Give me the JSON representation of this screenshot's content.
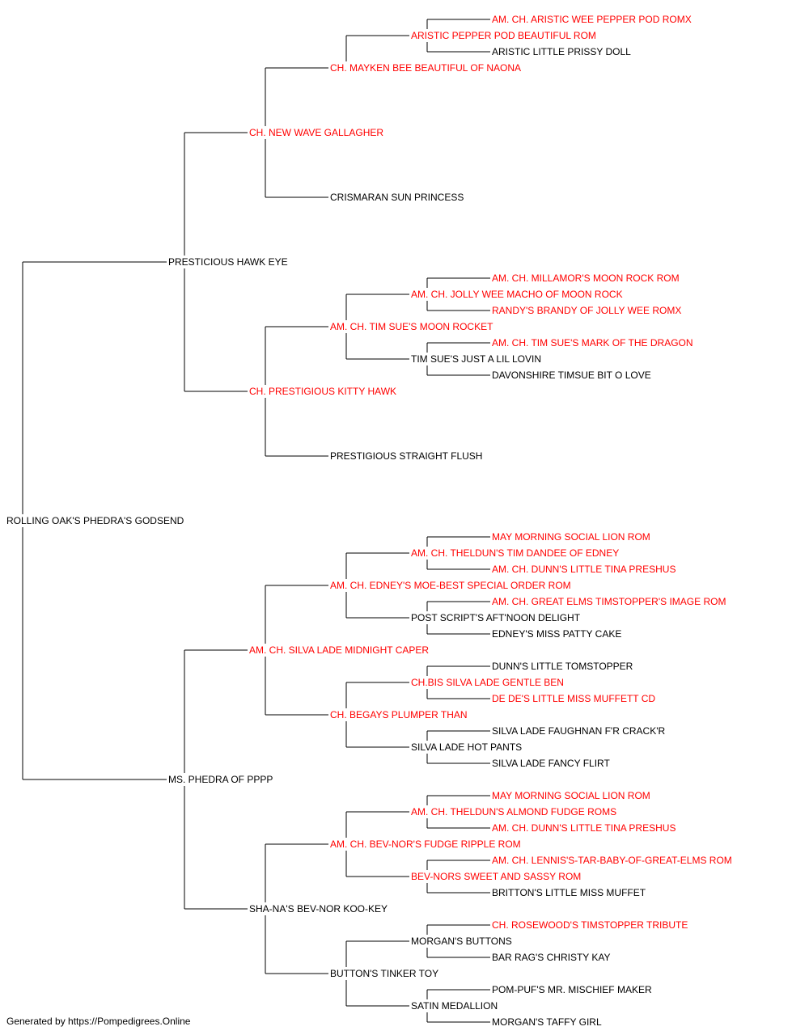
{
  "colors": {
    "champion": "#ff0000",
    "regular": "#000000",
    "line": "#000000"
  },
  "pedigree": {
    "name": "ROLLING OAK'S PHEDRA'S GODSEND",
    "ch": false,
    "sire": {
      "name": "PRESTICIOUS HAWK EYE",
      "ch": false,
      "sire": {
        "name": "CH. NEW WAVE GALLAGHER",
        "ch": true,
        "sire": {
          "name": "CH. MAYKEN BEE BEAUTIFUL OF NAONA",
          "ch": true,
          "sire": {
            "name": "ARISTIC PEPPER POD BEAUTIFUL ROM",
            "ch": true,
            "sire": {
              "name": "AM. CH. ARISTIC WEE PEPPER POD ROMX",
              "ch": true
            },
            "dam": {
              "name": "ARISTIC LITTLE PRISSY DOLL",
              "ch": false
            }
          },
          "dam": null
        },
        "dam": {
          "name": "CRISMARAN SUN PRINCESS",
          "ch": false
        }
      },
      "dam": {
        "name": "CH. PRESTIGIOUS KITTY HAWK",
        "ch": true,
        "sire": {
          "name": "AM. CH. TIM SUE'S MOON ROCKET",
          "ch": true,
          "sire": {
            "name": "AM. CH. JOLLY WEE MACHO OF MOON ROCK",
            "ch": true,
            "sire": {
              "name": "AM. CH. MILLAMOR'S MOON ROCK ROM",
              "ch": true
            },
            "dam": {
              "name": "RANDY'S BRANDY OF JOLLY WEE ROMX",
              "ch": true
            }
          },
          "dam": {
            "name": "TIM SUE'S JUST A LIL LOVIN",
            "ch": false,
            "sire": {
              "name": "AM. CH. TIM SUE'S MARK OF THE DRAGON",
              "ch": true
            },
            "dam": {
              "name": "DAVONSHIRE TIMSUE BIT O LOVE",
              "ch": false
            }
          }
        },
        "dam": {
          "name": "PRESTIGIOUS STRAIGHT FLUSH",
          "ch": false
        }
      }
    },
    "dam": {
      "name": "MS. PHEDRA OF PPPP",
      "ch": false,
      "sire": {
        "name": "AM. CH. SILVA LADE MIDNIGHT CAPER",
        "ch": true,
        "sire": {
          "name": "AM. CH. EDNEY'S MOE-BEST SPECIAL ORDER ROM",
          "ch": true,
          "sire": {
            "name": "AM. CH. THELDUN'S TIM DANDEE OF EDNEY",
            "ch": true,
            "sire": {
              "name": "MAY MORNING SOCIAL LION ROM",
              "ch": true
            },
            "dam": {
              "name": "AM. CH. DUNN'S LITTLE TINA PRESHUS",
              "ch": true
            }
          },
          "dam": {
            "name": "POST SCRIPT'S AFT'NOON DELIGHT",
            "ch": false,
            "sire": {
              "name": "AM. CH. GREAT ELMS TIMSTOPPER'S IMAGE ROM",
              "ch": true
            },
            "dam": {
              "name": "EDNEY'S MISS PATTY CAKE",
              "ch": false
            }
          }
        },
        "dam": {
          "name": "CH. BEGAYS PLUMPER THAN",
          "ch": true,
          "sire": {
            "name": "CH.BIS SILVA LADE GENTLE BEN",
            "ch": true,
            "sire": {
              "name": "DUNN'S LITTLE TOMSTOPPER",
              "ch": false
            },
            "dam": {
              "name": "DE DE'S LITTLE MISS MUFFETT CD",
              "ch": true
            }
          },
          "dam": {
            "name": "SILVA LADE HOT PANTS",
            "ch": false,
            "sire": {
              "name": "SILVA LADE FAUGHNAN F'R CRACK'R",
              "ch": false
            },
            "dam": {
              "name": "SILVA LADE FANCY FLIRT",
              "ch": false
            }
          }
        }
      },
      "dam": {
        "name": "SHA-NA'S BEV-NOR KOO-KEY",
        "ch": false,
        "sire": {
          "name": "AM. CH. BEV-NOR'S FUDGE RIPPLE ROM",
          "ch": true,
          "sire": {
            "name": "AM. CH. THELDUN'S ALMOND FUDGE ROMS",
            "ch": true,
            "sire": {
              "name": "MAY MORNING SOCIAL LION ROM",
              "ch": true
            },
            "dam": {
              "name": "AM. CH. DUNN'S LITTLE TINA PRESHUS",
              "ch": true
            }
          },
          "dam": {
            "name": "BEV-NORS SWEET AND SASSY ROM",
            "ch": true,
            "sire": {
              "name": "AM. CH. LENNIS'S-TAR-BABY-OF-GREAT-ELMS ROM",
              "ch": true
            },
            "dam": {
              "name": "BRITTON'S LITTLE MISS MUFFET",
              "ch": false
            }
          }
        },
        "dam": {
          "name": "BUTTON'S TINKER TOY",
          "ch": false,
          "sire": {
            "name": "MORGAN'S BUTTONS",
            "ch": false,
            "sire": {
              "name": "CH. ROSEWOOD'S TIMSTOPPER TRIBUTE",
              "ch": true
            },
            "dam": {
              "name": "BAR RAG'S CHRISTY KAY",
              "ch": false
            }
          },
          "dam": {
            "name": "SATIN MEDALLION",
            "ch": false,
            "sire": {
              "name": "POM-PUF'S MR. MISCHIEF MAKER",
              "ch": false
            },
            "dam": {
              "name": "MORGAN'S TAFFY GIRL",
              "ch": false
            }
          }
        }
      }
    }
  },
  "footer": "Generated by https://Pompedigrees.Online"
}
